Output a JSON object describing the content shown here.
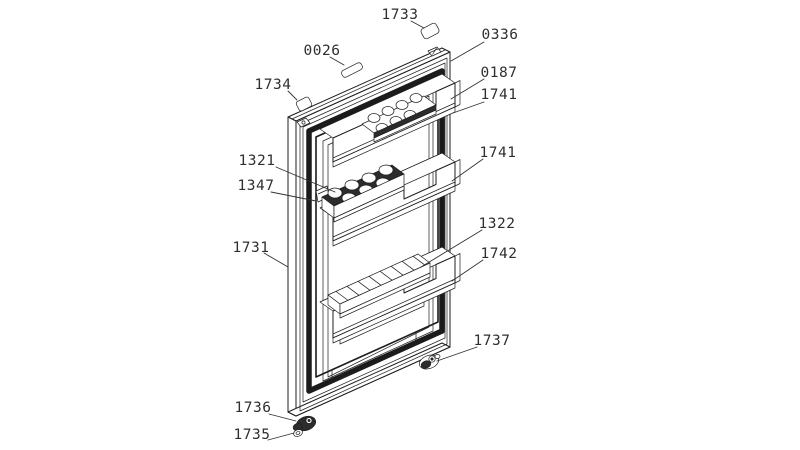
{
  "diagram": {
    "colors": {
      "background": "#ffffff",
      "line": "#1f1f1f",
      "label_text": "#2f2f2f",
      "shading": "#2c2c2c"
    },
    "labels": [
      {
        "ref": "1733"
      },
      {
        "ref": "0026"
      },
      {
        "ref": "0336"
      },
      {
        "ref": "1734"
      },
      {
        "ref": "0187"
      },
      {
        "ref": "1741"
      },
      {
        "ref": "1321"
      },
      {
        "ref": "1347"
      },
      {
        "ref": "1741"
      },
      {
        "ref": "1322"
      },
      {
        "ref": "1742"
      },
      {
        "ref": "1731"
      },
      {
        "ref": "1737"
      },
      {
        "ref": "1736"
      },
      {
        "ref": "1735"
      }
    ]
  }
}
